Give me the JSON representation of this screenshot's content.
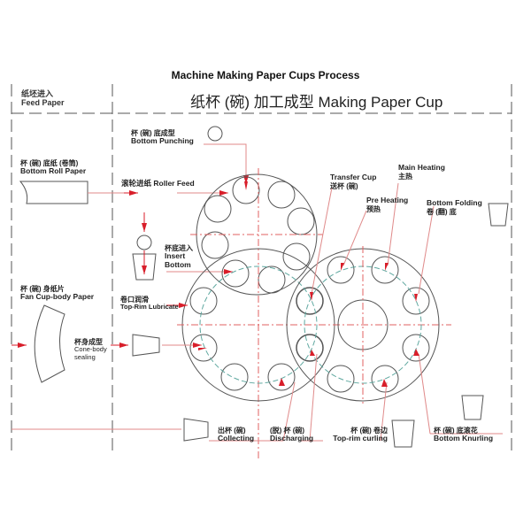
{
  "title": "Machine Making Paper Cups Process",
  "header": {
    "left_zh": "纸坯进入",
    "left_en": "Feed Paper",
    "main": "纸杯 (碗) 加工成型  Making Paper Cup"
  },
  "labels": {
    "bottom_roll": {
      "zh": "杯 (碗) 底纸 (卷筒)",
      "en": "Bottom Roll Paper"
    },
    "fan_body": {
      "zh": "杯 (碗) 身纸片",
      "en": "Fan Cup-body Paper"
    },
    "bottom_punching": {
      "zh": "杯 (碗) 底成型",
      "en": "Bottom Punching"
    },
    "roller_feed": {
      "zh": "滚轮进纸",
      "en": "Roller Feed"
    },
    "insert_bottom": {
      "zh": "杯底进入",
      "en1": "Insert",
      "en2": "Bottom"
    },
    "top_rim_lubricate": {
      "zh": "卷口润滑",
      "en": "Top-Rim Lubricate"
    },
    "cone_body": {
      "zh": "杯身成型",
      "en1": "Cone-body",
      "en2": "sealing"
    },
    "transfer_cup": {
      "en": "Transfer Cup",
      "zh": "送杯 (碗)"
    },
    "main_heating": {
      "en": "Main Heating",
      "zh": "主热"
    },
    "pre_heating": {
      "en": "Pre Heating",
      "zh": "预热"
    },
    "bottom_folding": {
      "en": "Bottom Folding",
      "zh": "卷 (翻) 底"
    },
    "collecting": {
      "zh": "出杯 (碗)",
      "en": "Collecting"
    },
    "discharging": {
      "zh": "(脱) 杯 (碗)",
      "en": "Discharging"
    },
    "top_rim_curling": {
      "zh": "杯 (碗) 卷边",
      "en": "Top-rim curling"
    },
    "bottom_knurling": {
      "zh": "杯 (碗) 底滚花",
      "en": "Bottom Knurling"
    }
  },
  "colors": {
    "line": "#555555",
    "arrow": "#d81e2a",
    "leader": "#e08a8a",
    "center": "#e06060",
    "pitch": "#5fa8a0"
  }
}
